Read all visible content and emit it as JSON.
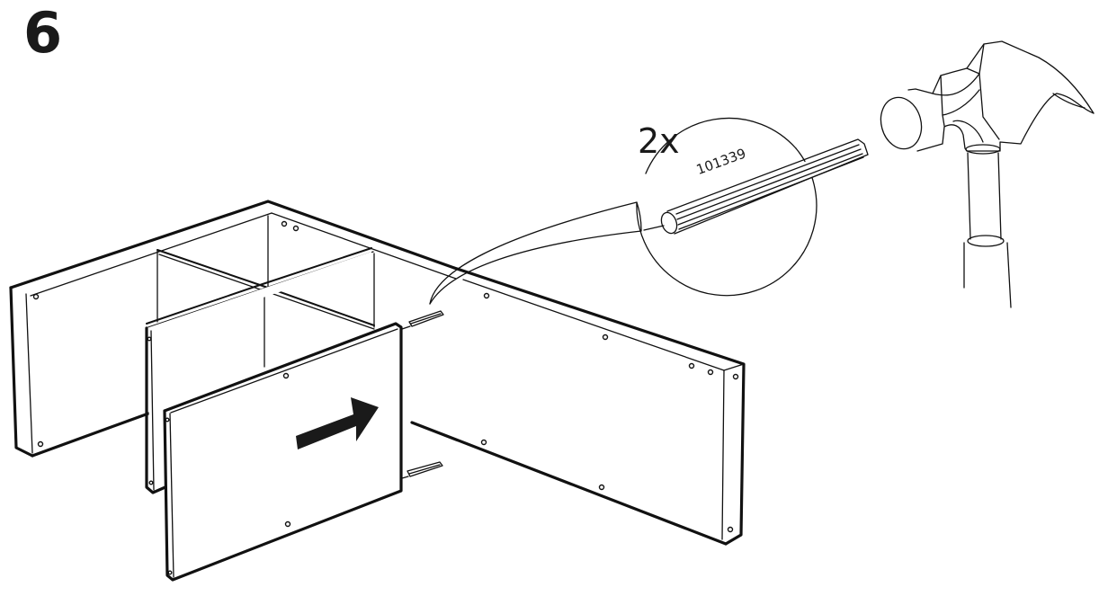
{
  "step": {
    "number": "6"
  },
  "callout": {
    "quantity": "2x",
    "part_number": "101339",
    "part_name": "wooden dowel"
  },
  "tools": [
    {
      "name": "hammer",
      "icon": "hammer-icon"
    }
  ],
  "direction_arrow": {
    "icon": "arrow-right-icon",
    "color": "#1a1a1a"
  },
  "colors": {
    "line": "#111111",
    "background": "#ffffff"
  }
}
